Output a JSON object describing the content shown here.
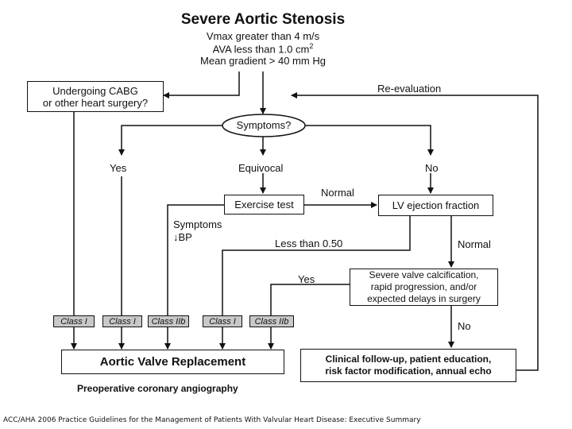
{
  "title": "Severe Aortic Stenosis",
  "criteria": {
    "vmax": "Vmax greater than 4 m/s",
    "ava_prefix": "AVA less than 1.0 cm",
    "ava_sup": "2",
    "gradient": "Mean gradient > 40 mm Hg"
  },
  "surgery_box": {
    "line1": "Undergoing CABG",
    "line2": "or other heart surgery?"
  },
  "reevaluation": "Re-evaluation",
  "symptoms_decision": "Symptoms?",
  "branches": {
    "yes": "Yes",
    "equivocal": "Equivocal",
    "no": "No"
  },
  "exercise_test": "Exercise test",
  "normal_label_1": "Normal",
  "lv_ejection": "LV ejection fraction",
  "symptoms_bp": {
    "line1": "Symptoms",
    "line2": "↓BP"
  },
  "less_than": "Less than 0.50",
  "normal_label_2": "Normal",
  "calcification_box": {
    "line1": "Severe valve calcification,",
    "line2": "rapid progression, and/or",
    "line3": "expected delays in surgery"
  },
  "yes_label_2": "Yes",
  "no_label_2": "No",
  "classes": [
    "Class I",
    "Class I",
    "Class IIb",
    "Class I",
    "Class IIb"
  ],
  "avr_box": "Aortic Valve Replacement",
  "followup_box": {
    "line1": "Clinical follow-up, patient education,",
    "line2": "risk factor modification, annual echo"
  },
  "angiography": "Preoperative coronary angiography",
  "footer": "ACC/AHA 2006 Practice Guidelines for the Management of Patients With Valvular Heart Disease: Executive Summary"
}
